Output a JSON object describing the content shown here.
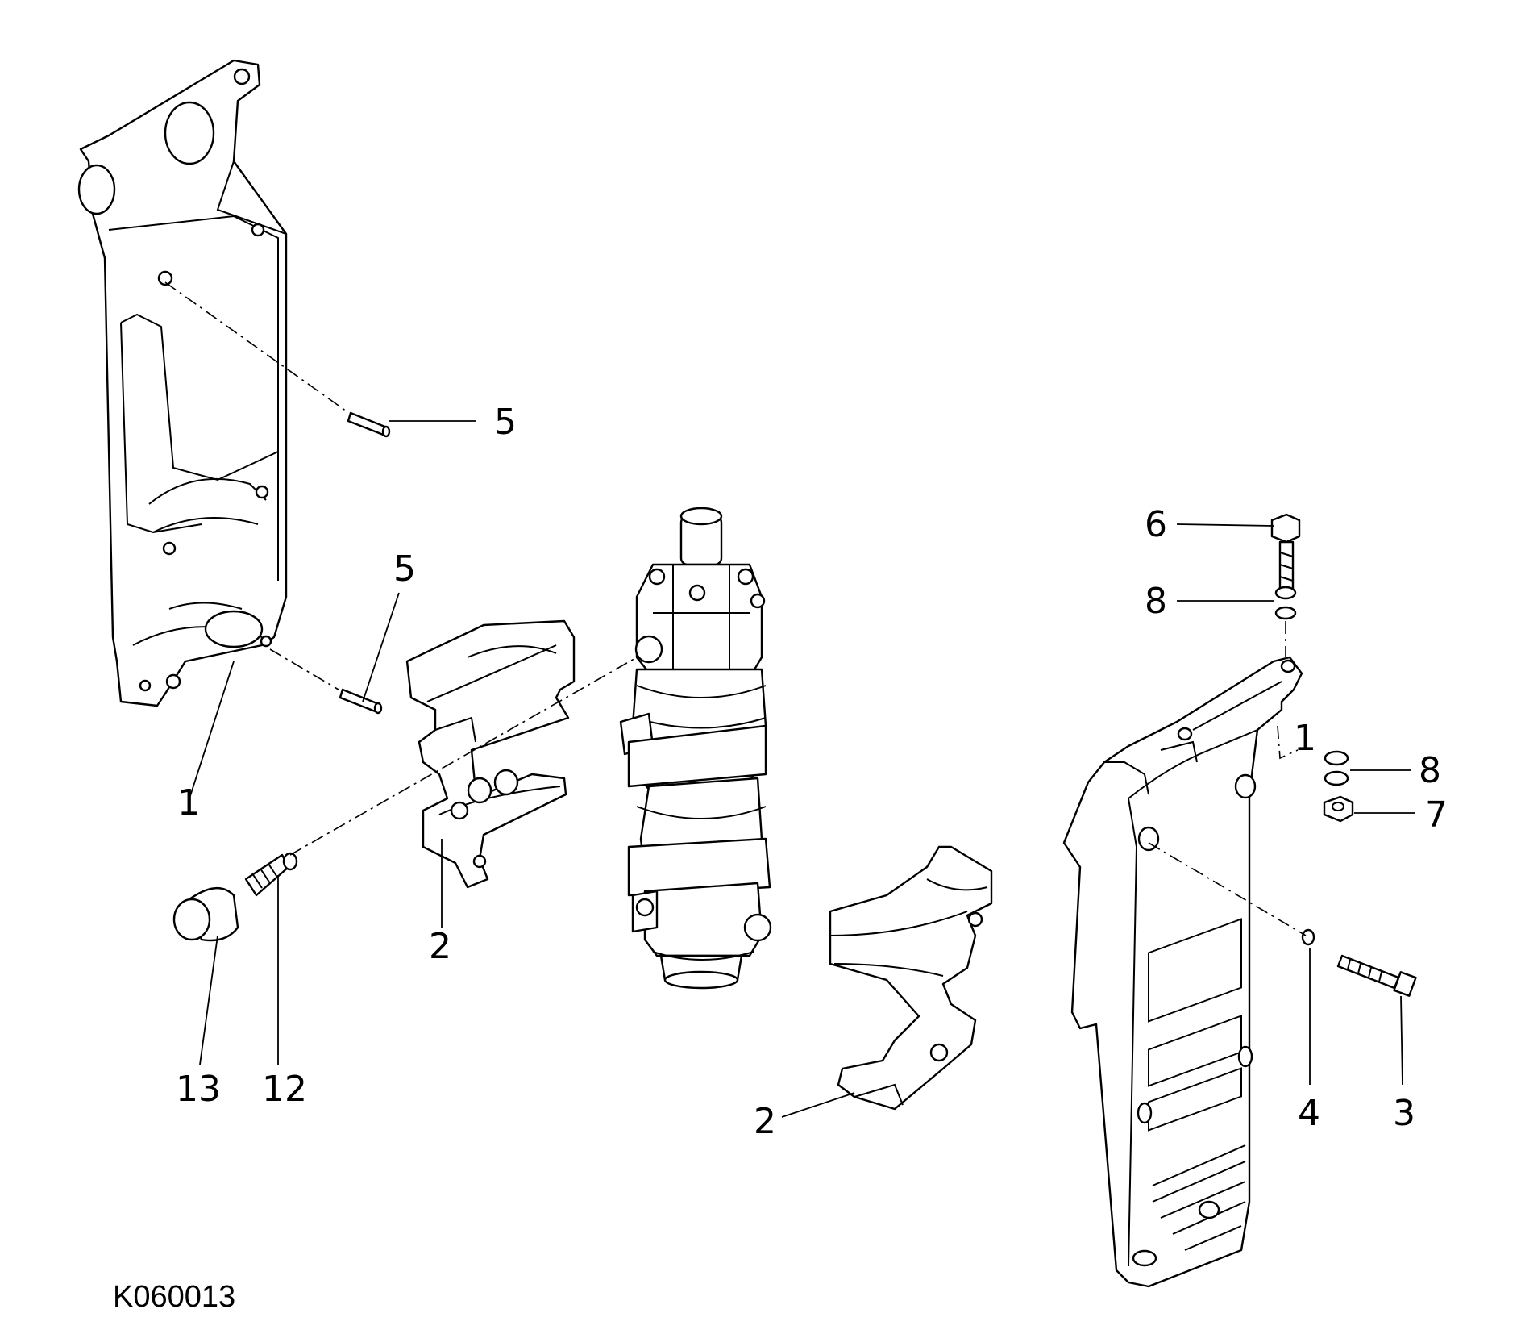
{
  "figure_id": "K060013",
  "callouts": {
    "c1a": "1",
    "c1b": "1",
    "c2a": "2",
    "c2b": "2",
    "c3": "3",
    "c4": "4",
    "c5a": "5",
    "c5b": "5",
    "c6": "6",
    "c7": "7",
    "c8a": "8",
    "c8b": "8",
    "c12": "12",
    "c13": "13"
  }
}
